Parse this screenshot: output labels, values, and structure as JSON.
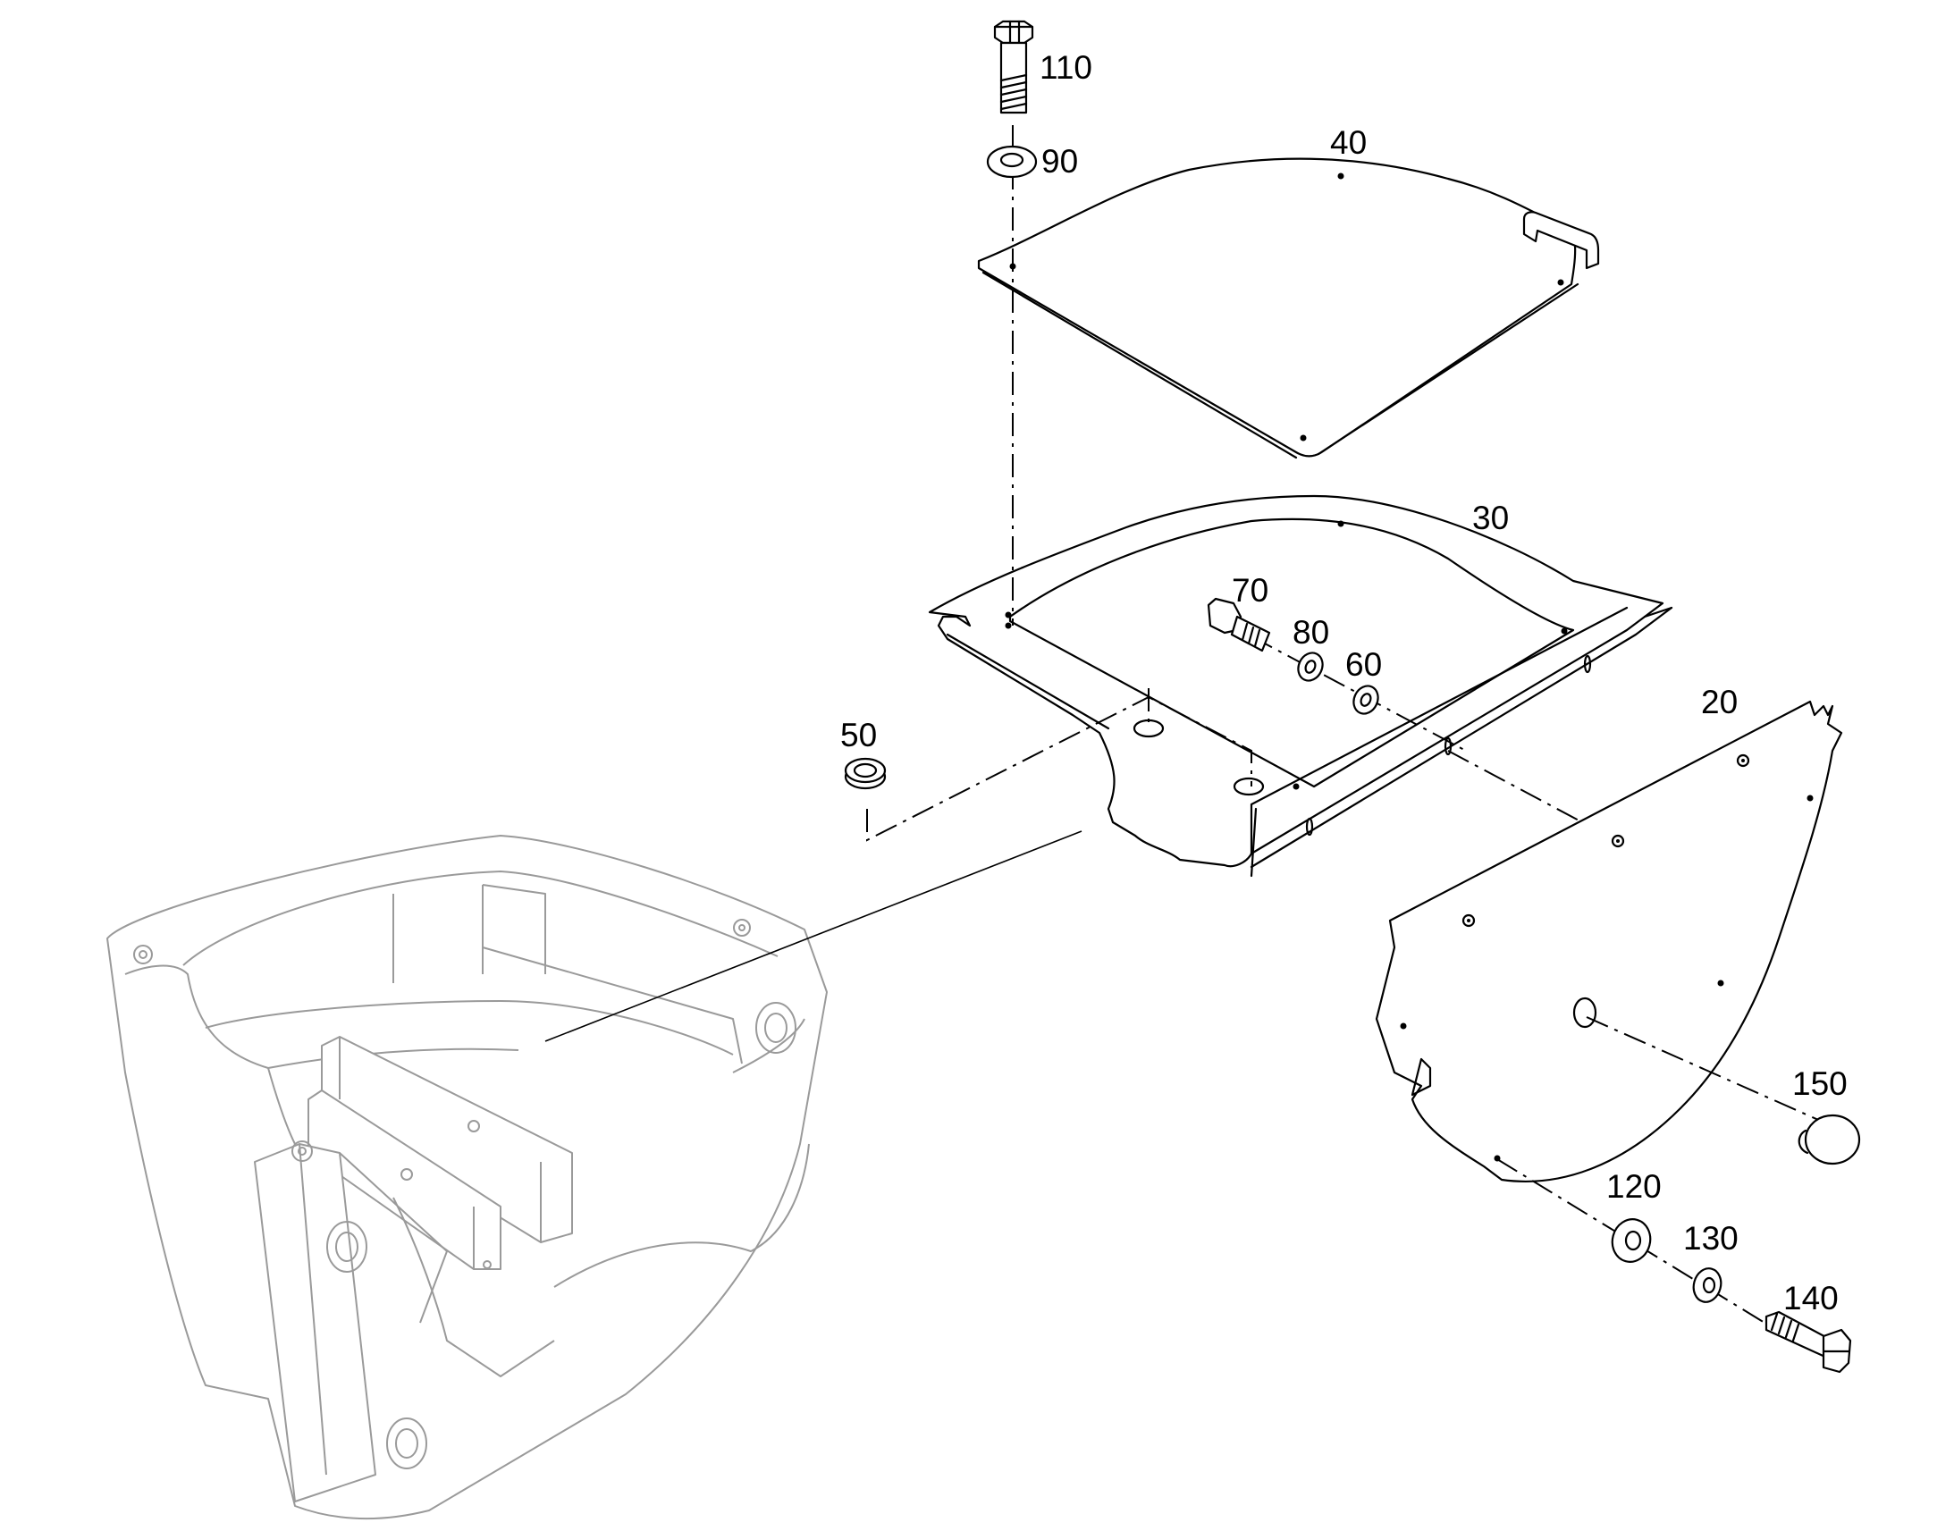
{
  "part_labels": {
    "p20": "20",
    "p30": "30",
    "p40": "40",
    "p50": "50",
    "p60": "60",
    "p70": "70",
    "p80": "80",
    "p90": "90",
    "p110": "110",
    "p120": "120",
    "p130": "130",
    "p140": "140",
    "p150": "150"
  },
  "colors": {
    "line": "#000000",
    "housing_line": "#9a9a9a",
    "background": "#ffffff"
  }
}
